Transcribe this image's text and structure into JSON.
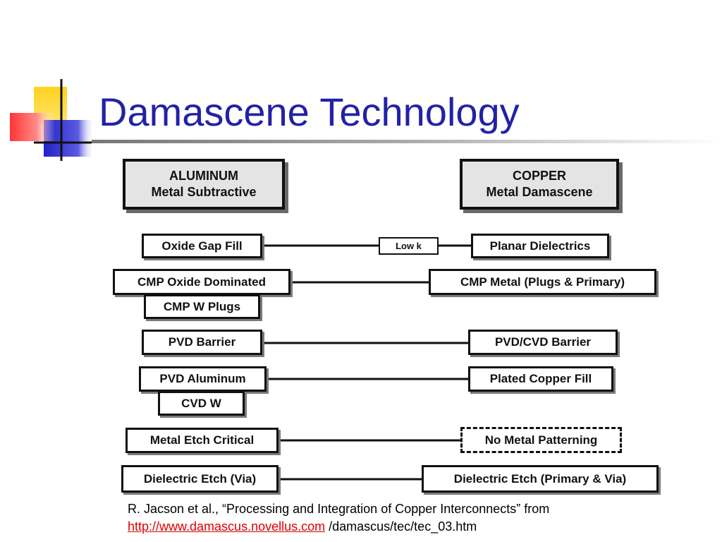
{
  "slide": {
    "title": "Damascene Technology"
  },
  "diagram": {
    "left_header": {
      "line1": "ALUMINUM",
      "line2": "Metal Subtractive"
    },
    "right_header": {
      "line1": "COPPER",
      "line2": "Metal Damascene"
    },
    "left_steps": {
      "oxide_gap_fill": "Oxide Gap Fill",
      "cmp_oxide": "CMP Oxide Dominated",
      "cmp_w_plugs": "CMP W Plugs",
      "pvd_barrier": "PVD Barrier",
      "pvd_aluminum": "PVD Aluminum",
      "cvd_w": "CVD W",
      "metal_etch": "Metal Etch Critical",
      "dielectric_etch": "Dielectric Etch (Via)"
    },
    "middle_label": "Low k",
    "right_steps": {
      "planar_dielectrics": "Planar Dielectrics",
      "cmp_metal": "CMP Metal (Plugs & Primary)",
      "pvd_cvd_barrier": "PVD/CVD Barrier",
      "plated_copper": "Plated Copper Fill",
      "no_metal_patterning": "No Metal Patterning",
      "dielectric_etch": "Dielectric Etch (Primary & Via)"
    }
  },
  "citation": {
    "line1": "R. Jacson et al., “Processing and Integration of Copper Interconnects” from",
    "link": "http://www.damascus.novellus.com",
    "suffix": " /damascus/tec/tec_03.htm"
  },
  "colors": {
    "title": "#2222a6",
    "link": "#dd0000",
    "deco_yellow": "#ffd21e",
    "deco_red": "#ff4a4a",
    "deco_blue": "#2a2ad0"
  }
}
